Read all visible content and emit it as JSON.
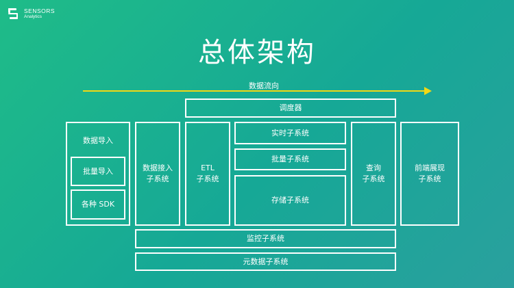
{
  "logo": {
    "name": "SENSORS",
    "subtitle": "Analytics"
  },
  "title": "总体架构",
  "flow_label": "数据流向",
  "colors": {
    "background_start": "#1fbc88",
    "background_end": "#2aa09e",
    "arrow": "#f2d814",
    "stroke": "#ffffff"
  },
  "boxes": {
    "data_import": "数据导入",
    "batch_import": "批量导入",
    "sdk": "各种 SDK",
    "data_access": "数据接入\n子系统",
    "etl": "ETL\n子系统",
    "scheduler": "调度器",
    "realtime": "实时子系统",
    "batch": "批量子系统",
    "storage": "存储子系统",
    "query": "查询\n子系统",
    "frontend": "前端展现\n子系统",
    "monitor": "监控子系统",
    "metadata": "元数据子系统"
  }
}
